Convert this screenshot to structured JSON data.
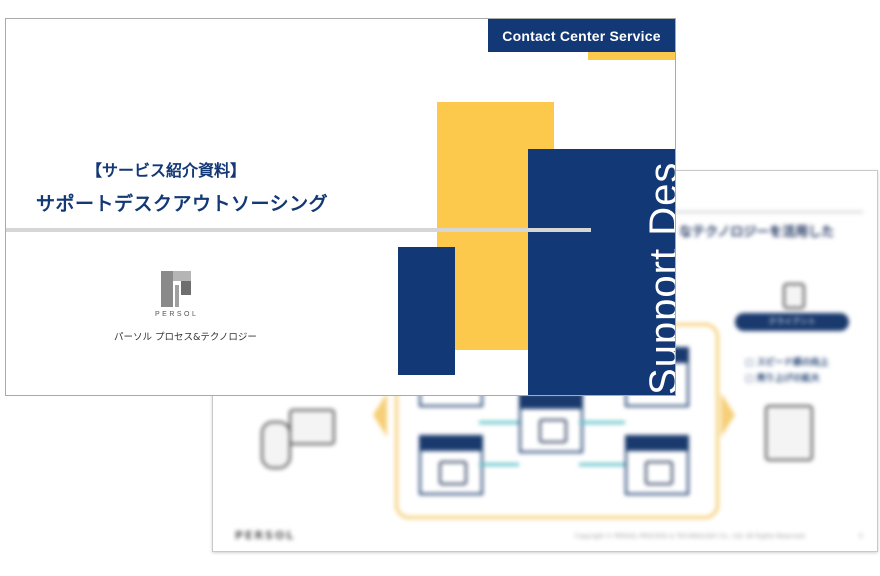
{
  "front_slide": {
    "contact_tab": "Contact Center Service",
    "title_bracket": "【サービス紹介資料】",
    "title_main": "サポートデスクアウトソーシング",
    "vertical_text": "Support Des",
    "logo_word": "PERSOL",
    "company_name": "パーソル プロセス&テクノロジー"
  },
  "back_slide": {
    "heading": "なテクノロジーを活用した",
    "pill_label": "クライアント",
    "bullets": [
      "□ スピード感の向上",
      "□ 売り上げの拡大"
    ],
    "box_labels": [
      "",
      "",
      "",
      "",
      ""
    ],
    "logo_word": "PERSOL",
    "copyright": "Copyright © PERSOL PROCESS & TECHNOLOGY Co., Ltd. All Rights Reserved.",
    "page_number": "5"
  },
  "colors": {
    "navy": "#133876",
    "yellow": "#fcc94d",
    "line_gray": "#d6d6d6",
    "teal": "#63c3c8"
  }
}
